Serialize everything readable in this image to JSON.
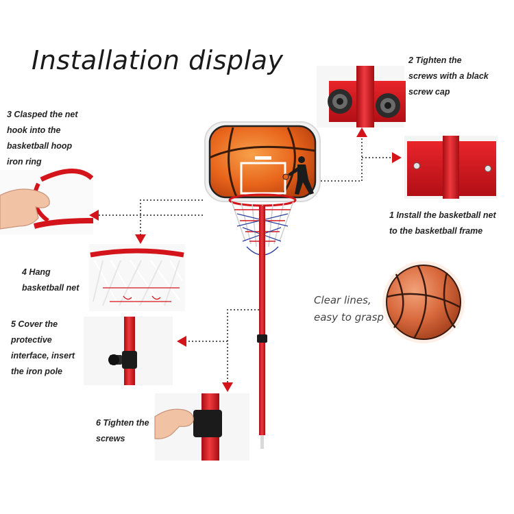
{
  "title": "Installation display",
  "steps": [
    {
      "lines": [
        "1 Install the basketball net",
        "to the basketball frame"
      ]
    },
    {
      "lines": [
        "2 Tighten the",
        "screws with a black",
        "screw cap"
      ]
    },
    {
      "lines": [
        "3 Clasped the net",
        "hook into the",
        "basketball hoop",
        "iron ring"
      ]
    },
    {
      "lines": [
        "4 Hang",
        "basketball net"
      ]
    },
    {
      "lines": [
        "5 Cover the",
        "protective",
        "interface, insert",
        "the iron pole"
      ]
    },
    {
      "lines": [
        "6 Tighten the",
        "screws"
      ]
    }
  ],
  "note": {
    "lines": [
      "Clear lines,",
      "easy to grasp"
    ]
  },
  "colors": {
    "red": "#d4141b",
    "dark_red": "#a60d12",
    "orange": "#e8641b",
    "black": "#111111",
    "dotted": "#555555"
  }
}
